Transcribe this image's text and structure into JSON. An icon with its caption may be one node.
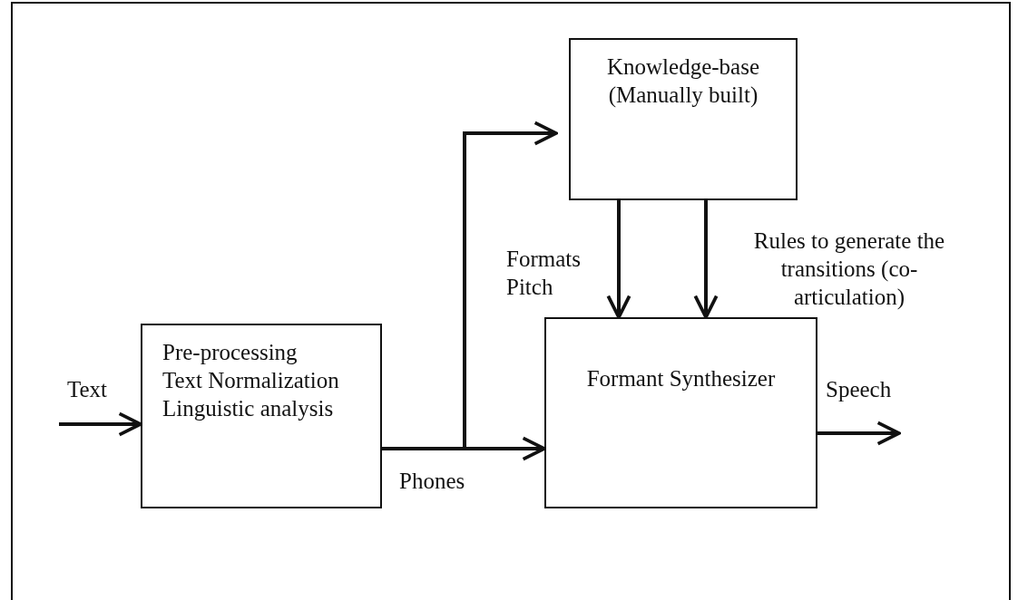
{
  "diagram": {
    "nodes": [
      {
        "text": [
          "Pre-processing",
          "Text Normalization",
          "Linguistic analysis"
        ]
      },
      {
        "text": [
          "Knowledge-base (Manually built)"
        ]
      },
      {
        "text": [
          "Formant Synthesizer"
        ]
      }
    ],
    "edges": [
      {
        "from": null,
        "to": 0,
        "arrow": "to",
        "label": "Text"
      },
      {
        "from": 0,
        "to": 2,
        "arrow": "to",
        "label": "Phones"
      },
      {
        "from": 0,
        "to": 1,
        "arrow": "to"
      },
      {
        "from": 1,
        "to": 2,
        "arrow": "to",
        "label": "Formats Pitch"
      },
      {
        "from": 1,
        "to": 2,
        "arrow": "to",
        "label": "Rules to generate the transitions (co-articulation)"
      },
      {
        "from": 2,
        "to": null,
        "arrow": "to",
        "label": "Speech"
      }
    ]
  }
}
